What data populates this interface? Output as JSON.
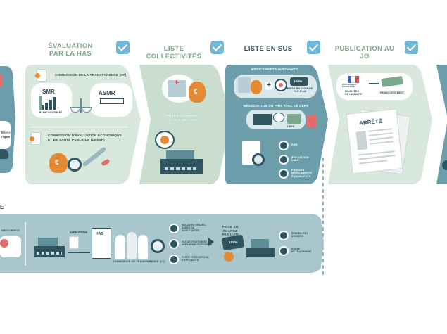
{
  "stages": {
    "s1": {
      "title_line1": "ÉVALUATION",
      "title_line2": "PAR LA HAS"
    },
    "s2": {
      "title": "LISTE COLLECTIVITÉS"
    },
    "s3": {
      "title": "LISTE EN SUS"
    },
    "s4": {
      "title": "PUBLICATION AU JO"
    }
  },
  "left_edge": {
    "label_line1": "Ésoh-",
    "label_line2": "rique"
  },
  "has_panel": {
    "ct_label": "COMMISSION DE LA TRANSPARENCE (CT)",
    "smr": "SMR",
    "asmr": "ASMR",
    "smr_sub": "REMBOURSEMENT",
    "ceesp_line1": "COMMISSION D'ÉVALUATION ÉCONOMIQUE",
    "ceesp_line2": "ET DE SANTÉ PUBLIQUE (CEESP)"
  },
  "collectivites_panel": {
    "caption_line1": "PRISE EN CHARGE",
    "caption_line2": "AU SEIN DES GHS"
  },
  "sus_panel": {
    "innovants": "MÉDICAMENTS INNOVANTS",
    "badge": "100%",
    "prise_line1": "PRISE EN CHARGE",
    "prise_line2": "PAR L'AM",
    "negociation": "NÉGOCIATION DU PRIX AVEC LE CEPS",
    "ceps": "CEPS",
    "item1": "SMR",
    "item2_line1": "ÉVALUATION",
    "item2_line2": "CMLE",
    "item3_line1": "PRIX DES",
    "item3_line2": "MÉDICAMENTS",
    "item3_line3": "ÉQUIVALENTS"
  },
  "jo_panel": {
    "republique_line1": "RÉPUBLIQUE",
    "republique_line2": "FRANÇAISE",
    "ministere_line1": "MINISTÈRE",
    "ministere_line2": "DE LA SANTÉ",
    "remboursement": "REMBOURSEMENT",
    "arrete": "ARRÊTÉ"
  },
  "bottom": {
    "side_letter": "E",
    "left_label": "MÉDICAMENTS",
    "demande": "DEMANDE",
    "has": "HAS",
    "commission": "COMMISSION DE TRANSPARENCE (CT)",
    "crit1_line1": "MALADIES GRAVES,",
    "crit1_line2": "RARES OU",
    "crit1_line3": "INVALIDANTES",
    "crit2_line1": "PAS DE TRAITEMENT",
    "crit2_line2": "APPROPRIÉ DISPONIBLE",
    "crit3_line1": "FORTE PRÉSOMPTION",
    "crit3_line2": "D'EFFICACITÉ",
    "prise_line1": "PRISE EN CHARGE",
    "prise_line2": "PAR L'AM",
    "badge": "100%",
    "out1_line1": "RECUEIL DES",
    "out1_line2": "DONNÉES",
    "out2_line1": "DURÉE",
    "out2_line2": "DE TRAITEMENT"
  },
  "colors": {
    "light_green": "#d9e8dc",
    "mid_green": "#c3dbc9",
    "teal": "#6b9eaa",
    "dark_teal": "#2f5560",
    "orange": "#e58a34",
    "check_blue": "#6fb7d4",
    "bottom_band": "#a9c6cc"
  }
}
